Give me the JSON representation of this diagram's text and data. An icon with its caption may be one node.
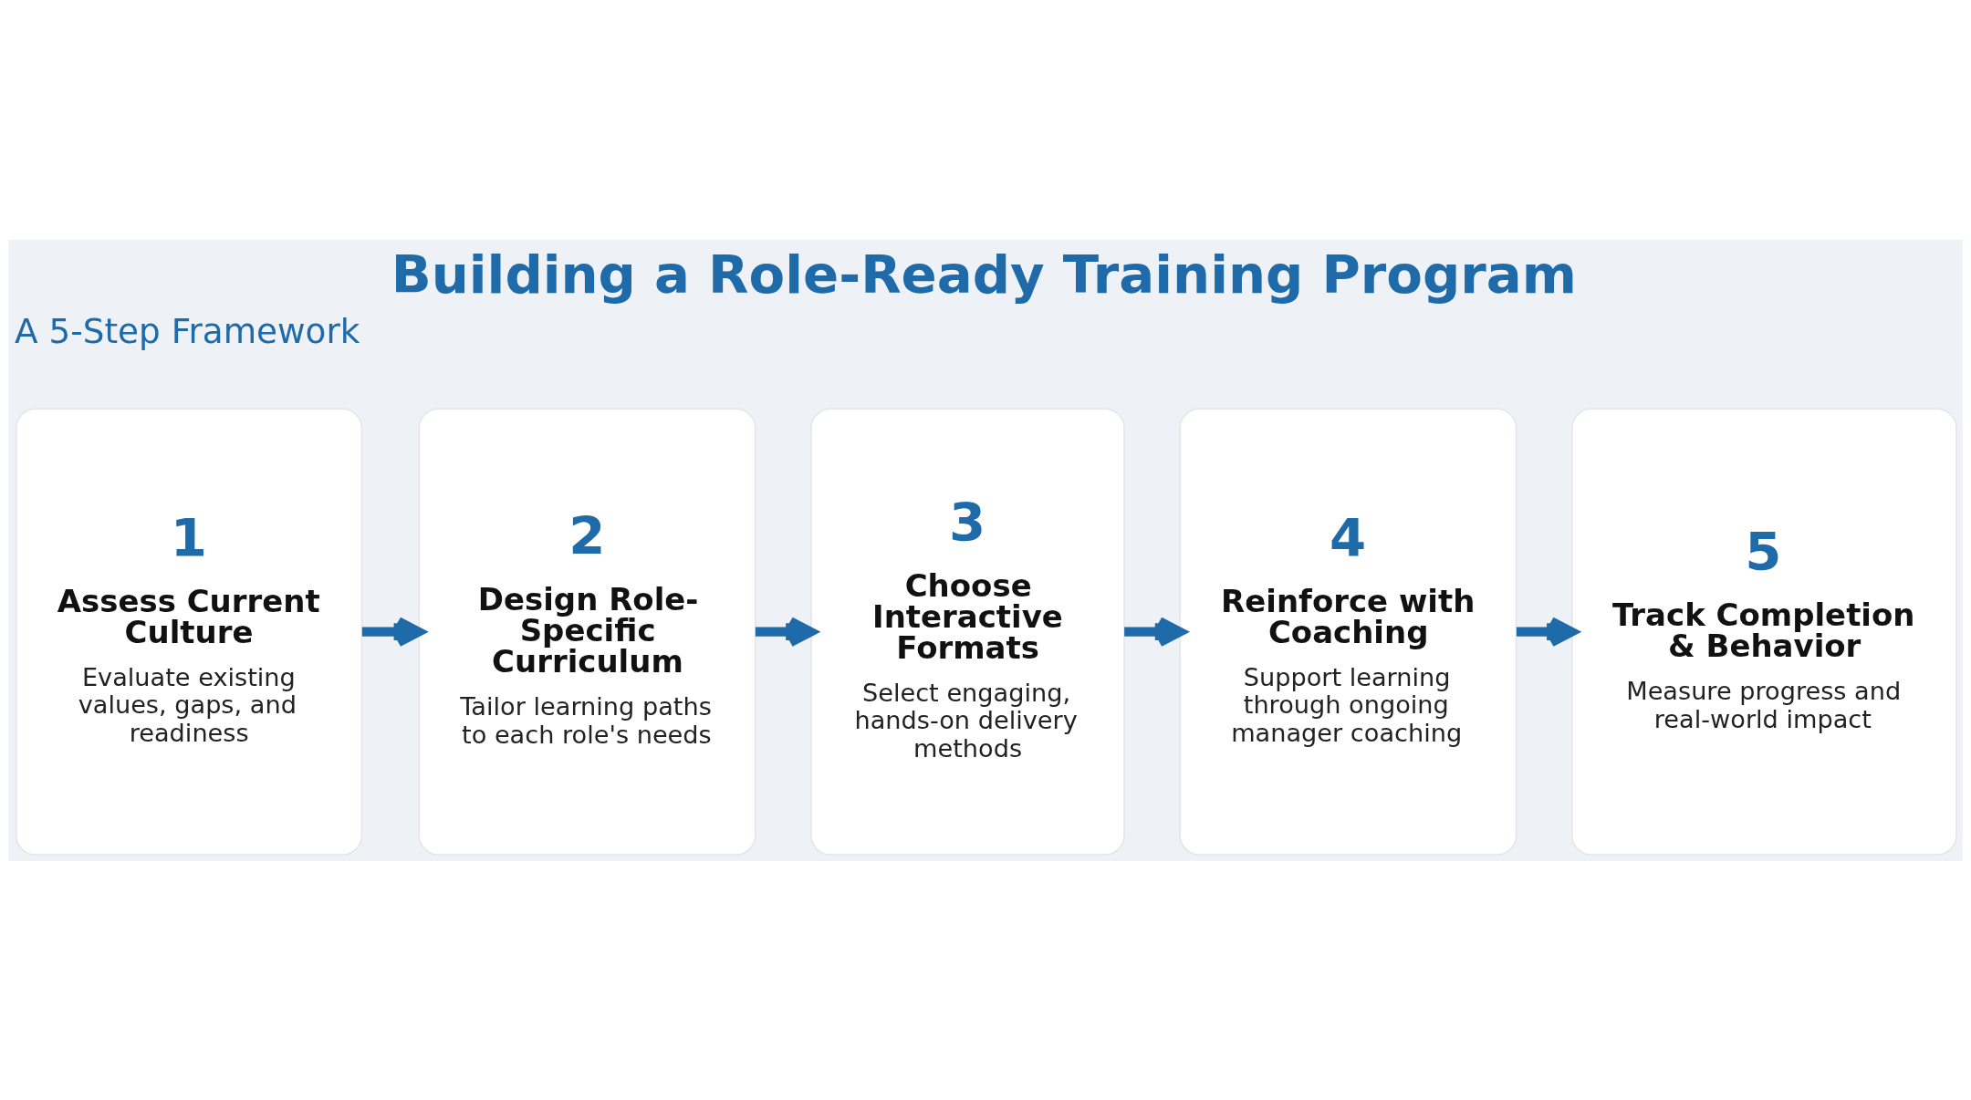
{
  "diagram": {
    "title": "Building a Role-Ready Training Program",
    "nodes": [
      {
        "text": [
          "1",
          "Assess Current Culture",
          "Evaluate existing values, gaps, and readiness"
        ]
      },
      {
        "text": [
          "2",
          "Design Role-Specific Curriculum",
          "Tailor learning paths to each role's needs"
        ]
      },
      {
        "text": [
          "3",
          "Choose Interactive Formats",
          "Select engaging, hands-on delivery methods"
        ]
      },
      {
        "text": [
          "4",
          "Reinforce with Coaching",
          "Support learning through ongoing manager coaching"
        ]
      },
      {
        "text": [
          "5",
          "Track Completion & Behavior",
          "Measure progress and real-world impact"
        ]
      }
    ],
    "edges": [
      {
        "from": 0,
        "to": 1,
        "arrow": "to"
      },
      {
        "from": 1,
        "to": 2,
        "arrow": "to"
      },
      {
        "from": 2,
        "to": 3,
        "arrow": "to"
      },
      {
        "from": 3,
        "to": 4,
        "arrow": "to"
      }
    ],
    "labels": [
      "A 5-Step Framework"
    ]
  }
}
